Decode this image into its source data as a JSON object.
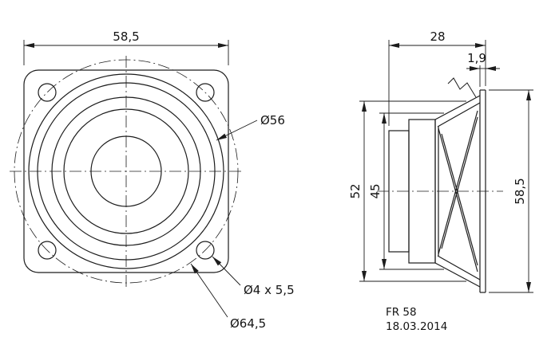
{
  "page": {
    "background": "#ffffff",
    "line_color": "#1c1c1c"
  },
  "front_view": {
    "dim_width": "58,5",
    "label_cone_diameter": "Ø56",
    "label_mounting_hole": "Ø4 x 5,5",
    "label_corner_circle": "Ø64,5"
  },
  "side_view": {
    "dim_depth": "28",
    "dim_gasket": "1,9",
    "dim_basket": "52",
    "dim_inner": "45",
    "dim_height": "58,5"
  },
  "title_block": {
    "model": "FR 58",
    "date": "18.03.2014"
  }
}
